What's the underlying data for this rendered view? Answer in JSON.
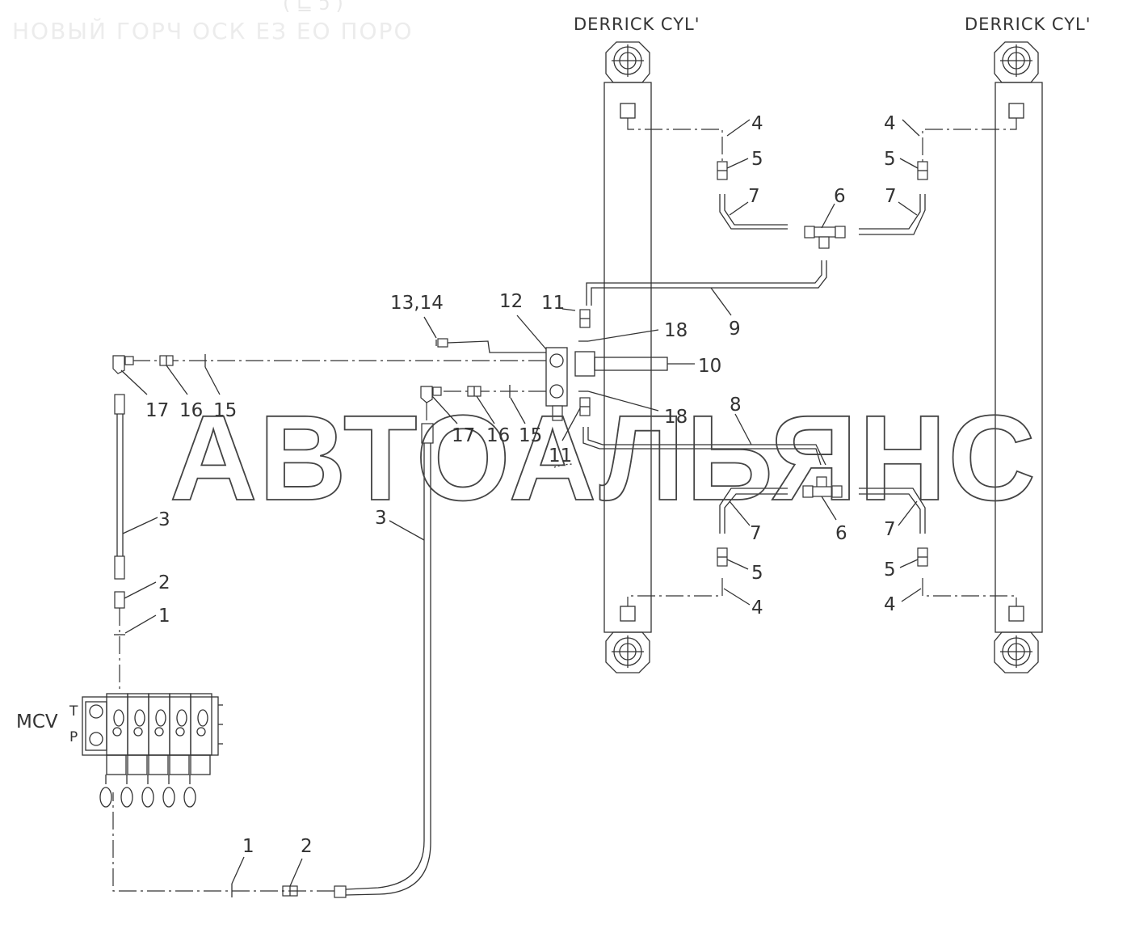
{
  "header": {
    "title_faint": "( ⊑ ↄ )",
    "subtitle_faint": "НОВЫЙ ГОРЧ ОСК ЕЗ ЕО ПОРО"
  },
  "cylinders": {
    "left_label": "DERRICK CYL'",
    "right_label": "DERRICK CYL'"
  },
  "valve": {
    "label": "MCV",
    "port_t": "T",
    "port_p": "P"
  },
  "watermark": "АВТОАЛЬЯНС",
  "labels": {
    "top_4_left": "4",
    "top_4_right": "4",
    "top_5_left": "5",
    "top_5_right": "5",
    "top_6": "6",
    "top_7_left": "7",
    "top_7_right": "7",
    "l9": "9",
    "l10": "10",
    "l11_top": "11",
    "l11_bottom": "11",
    "l12": "12",
    "l13_14": "13,14",
    "l18_top": "18",
    "l18_bottom": "18",
    "l17_a": "17",
    "l16_a": "16",
    "l15_a": "15",
    "l17_b": "17",
    "l16_b": "16",
    "l15_b": "15",
    "l8": "8",
    "bot_6": "6",
    "bot_7_left": "7",
    "bot_7_right": "7",
    "bot_5_left": "5",
    "bot_5_right": "5",
    "bot_4_left": "4",
    "bot_4_right": "4",
    "l3_left": "3",
    "l3_mid": "3",
    "l2_top": "2",
    "l1_top": "1",
    "l1_bot": "1",
    "l2_bot": "2"
  }
}
